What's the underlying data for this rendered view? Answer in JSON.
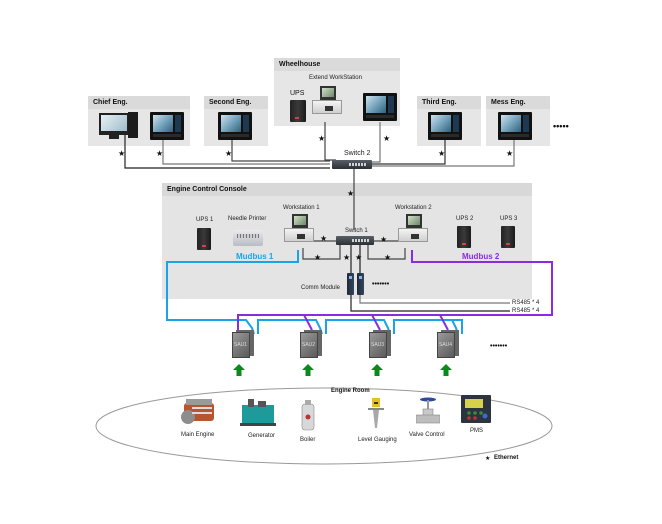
{
  "diagram": {
    "zones": {
      "chief_eng": "Chief Eng.",
      "second_eng": "Second Eng.",
      "wheelhouse": "Wheelhouse",
      "third_eng": "Third Eng.",
      "mess_eng": "Mess Eng.",
      "engine_control_console": "Engine Control Console",
      "engine_room": "Engine Room"
    },
    "wheelhouse": {
      "ups": "UPS",
      "extend_workstation": "Extend WorkStation"
    },
    "network": {
      "switch2": "Switch 2",
      "switch1": "Switch 1",
      "star": "★",
      "more_top": "•••••",
      "more_comm": "•••••••",
      "more_sau": "•••••••"
    },
    "console": {
      "ups1": "UPS 1",
      "needle_printer": "Needle Printer",
      "workstation1": "Workstation 1",
      "workstation2": "Workstation 2",
      "ups2": "UPS 2",
      "ups3": "UPS 3",
      "comm_module": "Comm Module"
    },
    "buses": {
      "mudbus1": "Mudbus 1",
      "mudbus2": "Mudbus 2",
      "mudbus1_color": "#1aa3e8",
      "mudbus2_color": "#8a2be2",
      "rs485_a": "RS485 * 4",
      "rs485_b": "RS485 * 4"
    },
    "sau_units": [
      {
        "label": "SAU1"
      },
      {
        "label": "SAU2"
      },
      {
        "label": "SAU3"
      },
      {
        "label": "SAU4"
      }
    ],
    "engine_room_devices": [
      {
        "label": "Main Engine"
      },
      {
        "label": "Generator"
      },
      {
        "label": "Boiler"
      },
      {
        "label": "Level Gauging"
      },
      {
        "label": "Valve Control"
      },
      {
        "label": "PMS"
      }
    ],
    "legend": {
      "symbol": "★",
      "label": "Ethernet"
    }
  }
}
